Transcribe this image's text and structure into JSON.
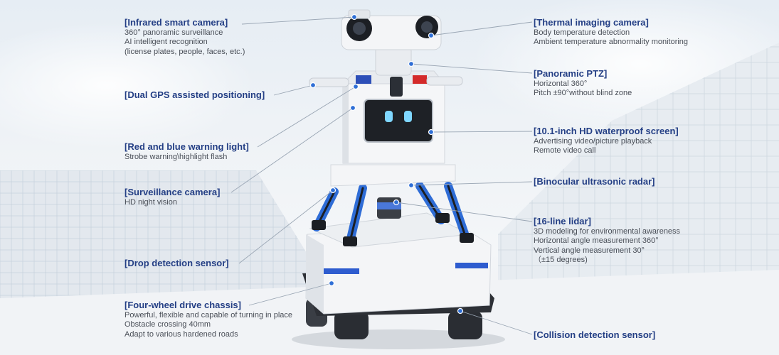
{
  "callouts": {
    "infrared": {
      "title": "[Infrared smart camera]",
      "lines": [
        "360° panoramic surveillance",
        "AI intelligent recognition",
        "(license plates, people, faces, etc.)"
      ]
    },
    "gps": {
      "title": "[Dual GPS assisted positioning]",
      "lines": []
    },
    "warning_light": {
      "title": "[Red and blue warning light]",
      "lines": [
        "Strobe warning\\highlight flash"
      ]
    },
    "surveillance": {
      "title": "[Surveillance camera]",
      "lines": [
        "HD night vision"
      ]
    },
    "drop": {
      "title": "[Drop detection sensor]",
      "lines": []
    },
    "chassis": {
      "title": "[Four-wheel drive chassis]",
      "lines": [
        "Powerful, flexible and capable of turning in place",
        "Obstacle crossing 40mm",
        "Adapt to various hardened roads"
      ]
    },
    "thermal": {
      "title": "[Thermal imaging camera]",
      "lines": [
        "Body temperature detection",
        "Ambient temperature abnormality monitoring"
      ]
    },
    "ptz": {
      "title": "[Panoramic PTZ]",
      "lines": [
        "Horizontal 360°",
        "Pitch ±90°without blind zone"
      ]
    },
    "screen": {
      "title": "[10.1-inch HD waterproof screen]",
      "lines": [
        "Advertising video/picture playback",
        "Remote video call"
      ]
    },
    "radar": {
      "title": "[Binocular ultrasonic radar]",
      "lines": []
    },
    "lidar": {
      "title": "[16-line lidar]",
      "lines": [
        "3D modeling for environmental awareness",
        "Horizontal angle measurement 360°",
        "Vertical angle measurement 30°",
        " （±15 degrees)"
      ]
    },
    "collision": {
      "title": "[Collision detection sensor]",
      "lines": []
    }
  },
  "colors": {
    "title": "#243f85",
    "text": "#4a4f58",
    "accent_blue": "#2f6fd6",
    "leader": "#9aa6b4"
  },
  "icons": [
    "robot-illustration",
    "marker-dot"
  ]
}
